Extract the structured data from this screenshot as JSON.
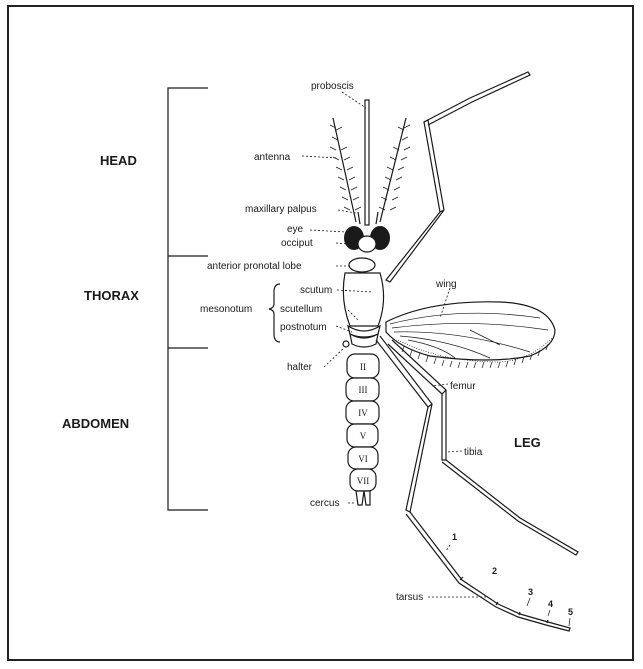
{
  "sections": {
    "head": "HEAD",
    "thorax": "THORAX",
    "abdomen": "ABDOMEN"
  },
  "leg_title": "LEG",
  "labels": {
    "proboscis": "proboscis",
    "antenna": "antenna",
    "maxillary_palpus": "maxillary palpus",
    "eye": "eye",
    "occiput": "occiput",
    "anterior_pronotal_lobe": "anterior pronotal lobe",
    "mesonotum": "mesonotum",
    "scutum": "scutum",
    "scutellum": "scutellum",
    "postnotum": "postnotum",
    "halter": "halter",
    "cercus": "cercus",
    "wing": "wing",
    "femur": "femur",
    "tibia": "tibia",
    "tarsus": "tarsus"
  },
  "abdominal_segments": [
    "II",
    "III",
    "IV",
    "V",
    "VI",
    "VII"
  ],
  "tarsal_segments": [
    "1",
    "2",
    "3",
    "4",
    "5"
  ]
}
